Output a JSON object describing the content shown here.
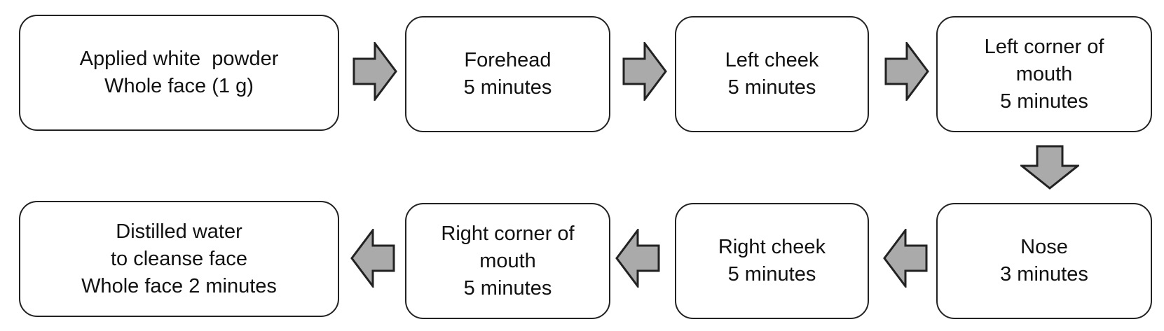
{
  "colors": {
    "border": "#222222",
    "arrow_fill": "#aaaaaa",
    "text": "#111111"
  },
  "steps": [
    {
      "lines": [
        "Applied white  powder",
        "Whole face (1 g)"
      ]
    },
    {
      "lines": [
        "Forehead",
        "5 minutes"
      ]
    },
    {
      "lines": [
        "Left cheek",
        "5 minutes"
      ]
    },
    {
      "lines": [
        "Left corner of",
        "mouth",
        "5 minutes"
      ]
    },
    {
      "lines": [
        "Nose",
        "3 minutes"
      ]
    },
    {
      "lines": [
        "Right cheek",
        "5 minutes"
      ]
    },
    {
      "lines": [
        "Right corner of",
        "mouth",
        "5 minutes"
      ]
    },
    {
      "lines": [
        "Distilled water",
        "to cleanse face",
        "Whole face 2 minutes"
      ]
    }
  ],
  "arrows": [
    {
      "from": "Applied white powder",
      "to": "Forehead",
      "direction": "right"
    },
    {
      "from": "Forehead",
      "to": "Left cheek",
      "direction": "right"
    },
    {
      "from": "Left cheek",
      "to": "Left corner of mouth",
      "direction": "right"
    },
    {
      "from": "Left corner of mouth",
      "to": "Nose",
      "direction": "down"
    },
    {
      "from": "Nose",
      "to": "Right cheek",
      "direction": "left"
    },
    {
      "from": "Right cheek",
      "to": "Right corner of mouth",
      "direction": "left"
    },
    {
      "from": "Right corner of mouth",
      "to": "Distilled water",
      "direction": "left"
    }
  ]
}
